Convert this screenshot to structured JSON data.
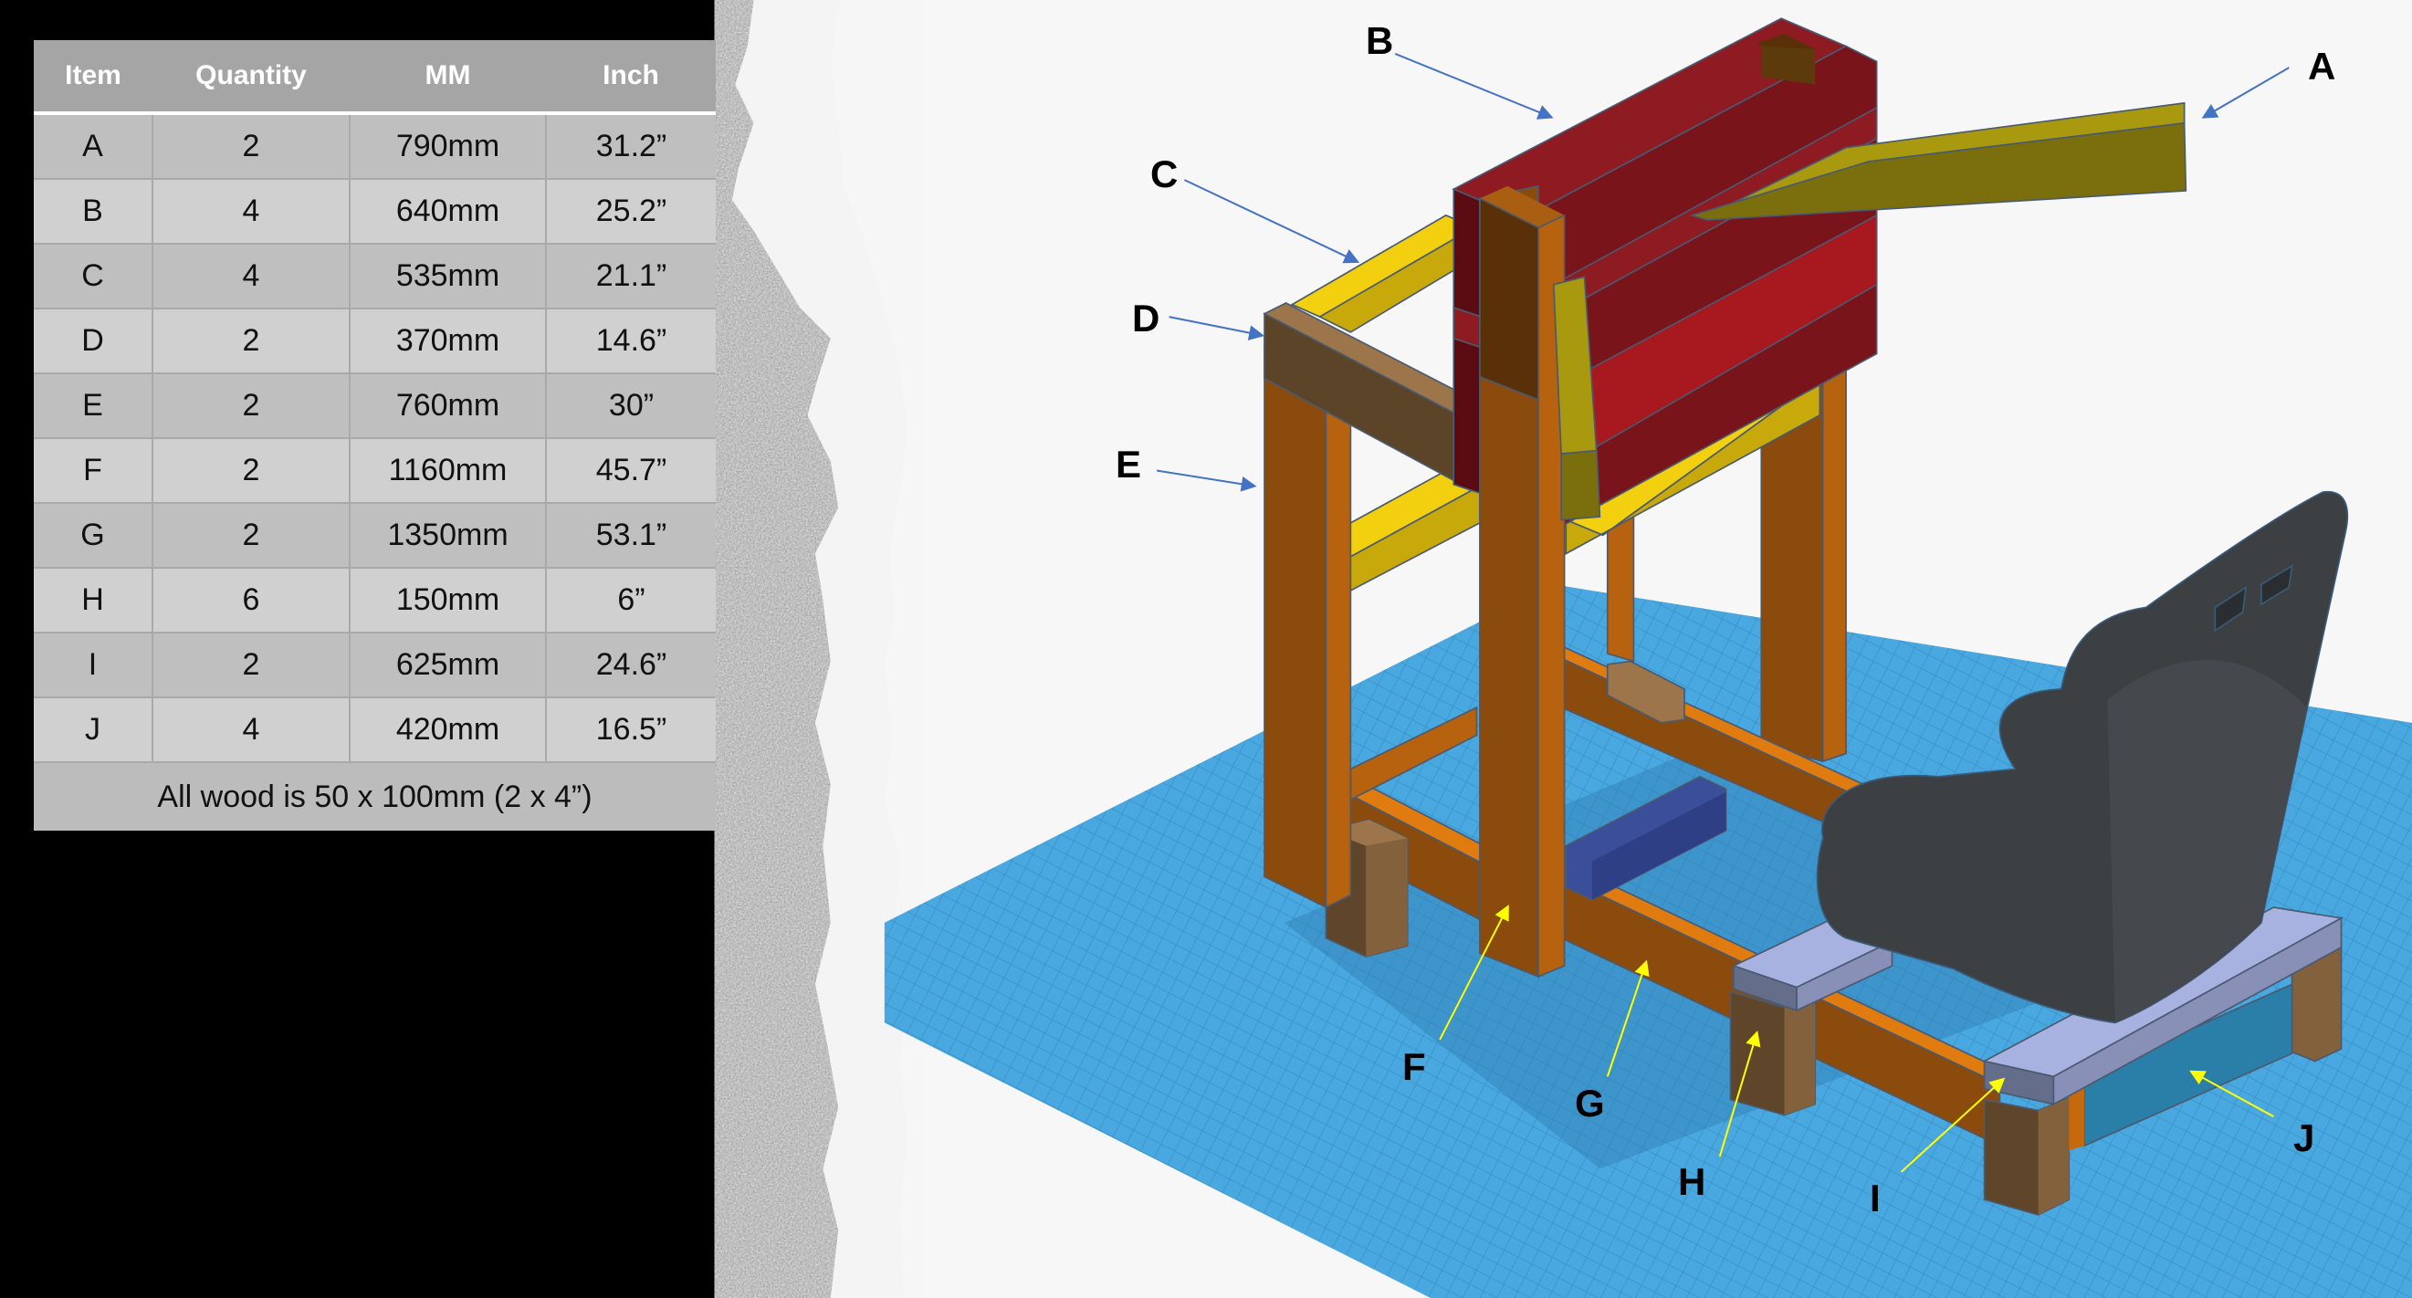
{
  "table": {
    "headers": [
      "Item",
      "Quantity",
      "MM",
      "Inch"
    ],
    "rows": [
      {
        "item": "A",
        "quantity": "2",
        "mm": "790mm",
        "inch": "31.2”"
      },
      {
        "item": "B",
        "quantity": "4",
        "mm": "640mm",
        "inch": "25.2”"
      },
      {
        "item": "C",
        "quantity": "4",
        "mm": "535mm",
        "inch": "21.1”"
      },
      {
        "item": "D",
        "quantity": "2",
        "mm": "370mm",
        "inch": "14.6”"
      },
      {
        "item": "E",
        "quantity": "2",
        "mm": "760mm",
        "inch": "30”"
      },
      {
        "item": "F",
        "quantity": "2",
        "mm": "1160mm",
        "inch": "45.7”"
      },
      {
        "item": "G",
        "quantity": "2",
        "mm": "1350mm",
        "inch": "53.1”"
      },
      {
        "item": "H",
        "quantity": "6",
        "mm": "150mm",
        "inch": "6”"
      },
      {
        "item": "I",
        "quantity": "2",
        "mm": "625mm",
        "inch": "24.6”"
      },
      {
        "item": "J",
        "quantity": "4",
        "mm": "420mm",
        "inch": "16.5”"
      }
    ],
    "footer": "All wood is 50 x 100mm (2 x 4”)"
  },
  "diagram": {
    "labels": {
      "A": "A",
      "B": "B",
      "C": "C",
      "D": "D",
      "E": "E",
      "F": "F",
      "G": "G",
      "H": "H",
      "I": "I",
      "J": "J"
    },
    "colors": {
      "background_left": "#000000",
      "background_right": "#f7f7f7",
      "floor_grid": "#4aa8e0",
      "part_A": "#7a6f0c",
      "part_B": "#8e1a22",
      "part_C": "#f2d00f",
      "part_D": "#5c4428",
      "part_E": "#8a4b0c",
      "part_G": "#e07b10",
      "part_H": "#5f4529",
      "part_I": "#a8b2e0",
      "part_J": "#2a7fa8",
      "seat": "#3c4043",
      "pedal_block": "#3a4e9a",
      "arrow_blue": "#4472c4",
      "arrow_yellow": "#ffff00"
    }
  }
}
